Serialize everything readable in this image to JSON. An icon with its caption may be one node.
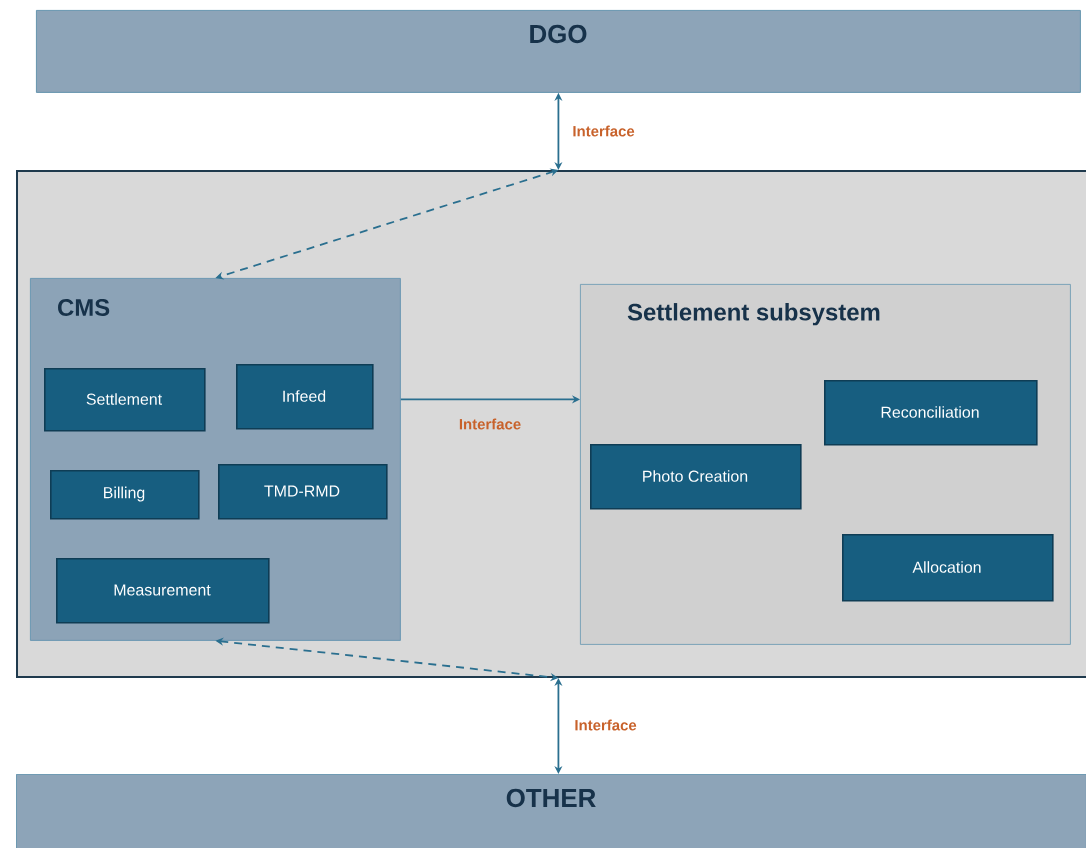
{
  "diagram": {
    "nodes": [
      {
        "text": [
          "DGO"
        ]
      },
      {
        "text": [],
        "shape": "box"
      },
      {
        "text": [
          "CMS"
        ],
        "in": 1
      },
      {
        "text": [
          "Settlement"
        ],
        "in": 2
      },
      {
        "text": [
          "Infeed"
        ],
        "in": 2
      },
      {
        "text": [
          "Billing"
        ],
        "in": 2
      },
      {
        "text": [
          "TMD-RMD"
        ],
        "in": 2
      },
      {
        "text": [
          "Measurement"
        ],
        "in": 2
      },
      {
        "text": [
          "Settlement subsystem"
        ],
        "in": 1
      },
      {
        "text": [
          "Photo Creation"
        ],
        "in": 8
      },
      {
        "text": [
          "Reconciliation"
        ],
        "in": 8
      },
      {
        "text": [
          "Allocation"
        ],
        "in": 8
      },
      {
        "text": [
          "OTHER"
        ]
      }
    ],
    "edges": [
      {
        "from": 0,
        "to": 1,
        "arrow": "both",
        "label": "Interface"
      },
      {
        "from": 1,
        "to": 2,
        "arrow": "both",
        "style": "dashed"
      },
      {
        "from": 2,
        "to": 8,
        "arrow": "to",
        "label": "Interface"
      },
      {
        "from": 2,
        "to": 1,
        "arrow": "both",
        "style": "dashed"
      },
      {
        "from": 1,
        "to": 12,
        "arrow": "both",
        "label": "Interface"
      }
    ]
  }
}
